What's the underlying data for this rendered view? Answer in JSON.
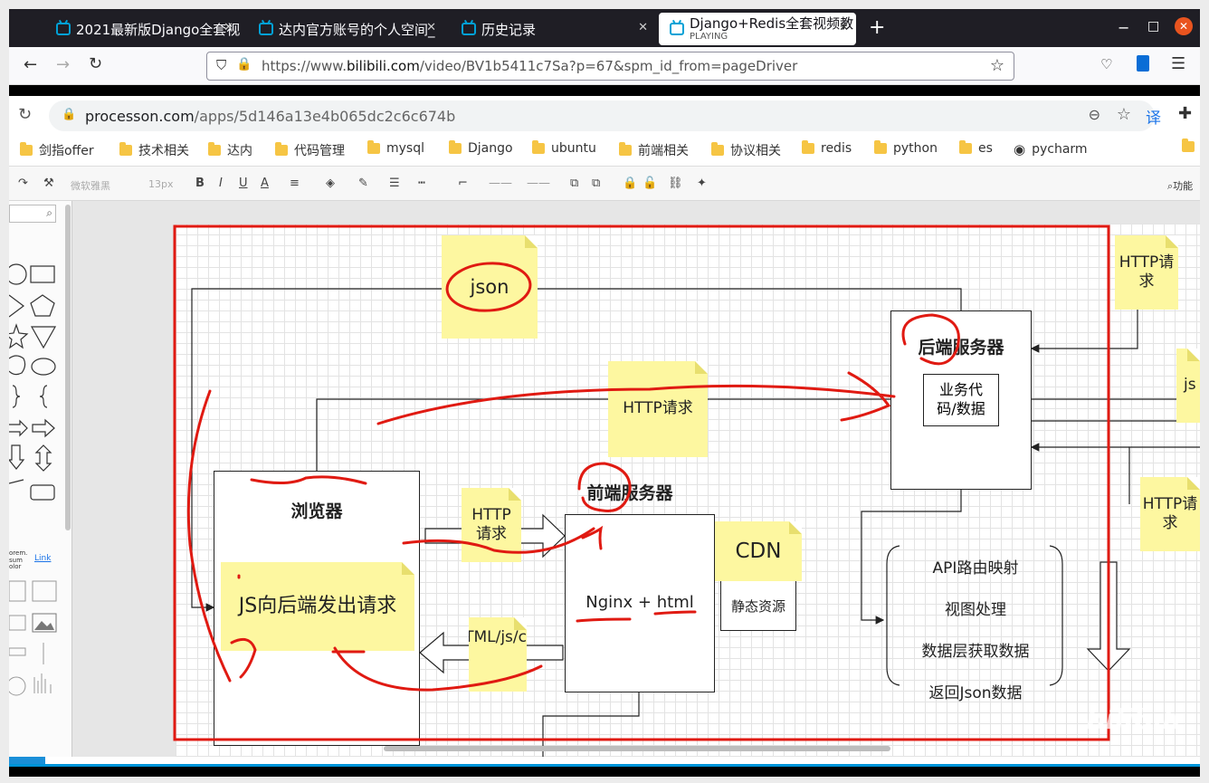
{
  "firefox": {
    "tabs": [
      {
        "title": "2021最新版Django全套视"
      },
      {
        "title": "达内官方账号的个人空间_"
      },
      {
        "title": "历史记录"
      },
      {
        "title": "Django+Redis全套视频教",
        "sub": "PLAYING"
      }
    ],
    "url_prefix": "https://www.",
    "url_host": "bilibili.com",
    "url_path": "/video/BV1b5411c7Sa?p=67&spm_id_from=pageDriver",
    "new_tab": "+"
  },
  "chrome": {
    "url_host": "processon.com",
    "url_path": "/apps/5d146a13e4b065dc2c6c674b",
    "translate": "译",
    "bookmarks": [
      "剑指offer",
      "技术相关",
      "达内",
      "代码管理",
      "mysql",
      "Django",
      "ubuntu",
      "前端相关",
      "协议相关",
      "redis",
      "python",
      "es",
      "pycharm"
    ]
  },
  "editor": {
    "font_name": "微软雅黑",
    "font_size": "13px",
    "feature_search": "功能",
    "panel_link": "Link"
  },
  "diagram": {
    "json_note": "json",
    "http_req_top": "HTTP请求",
    "backend_title": "后端服务器",
    "backend_inner": "业务代码/数据",
    "browser_title": "浏览器",
    "browser_js_note": "JS向后端发出请求",
    "http_req_mid": "HTTP请求",
    "frontend_title": "前端服务器",
    "frontend_nginx": "Nginx + html",
    "cdn_note": "CDN",
    "static_box": "静态资源",
    "html_note": "HTML/js/css",
    "right_http_1": "HTTP请求",
    "right_js": "js",
    "right_http_2": "HTTP请求",
    "api_items": [
      "API路由映射",
      "视图处理",
      "数据层获取数据",
      "返回Json数据"
    ]
  },
  "watermark": "bilibili"
}
